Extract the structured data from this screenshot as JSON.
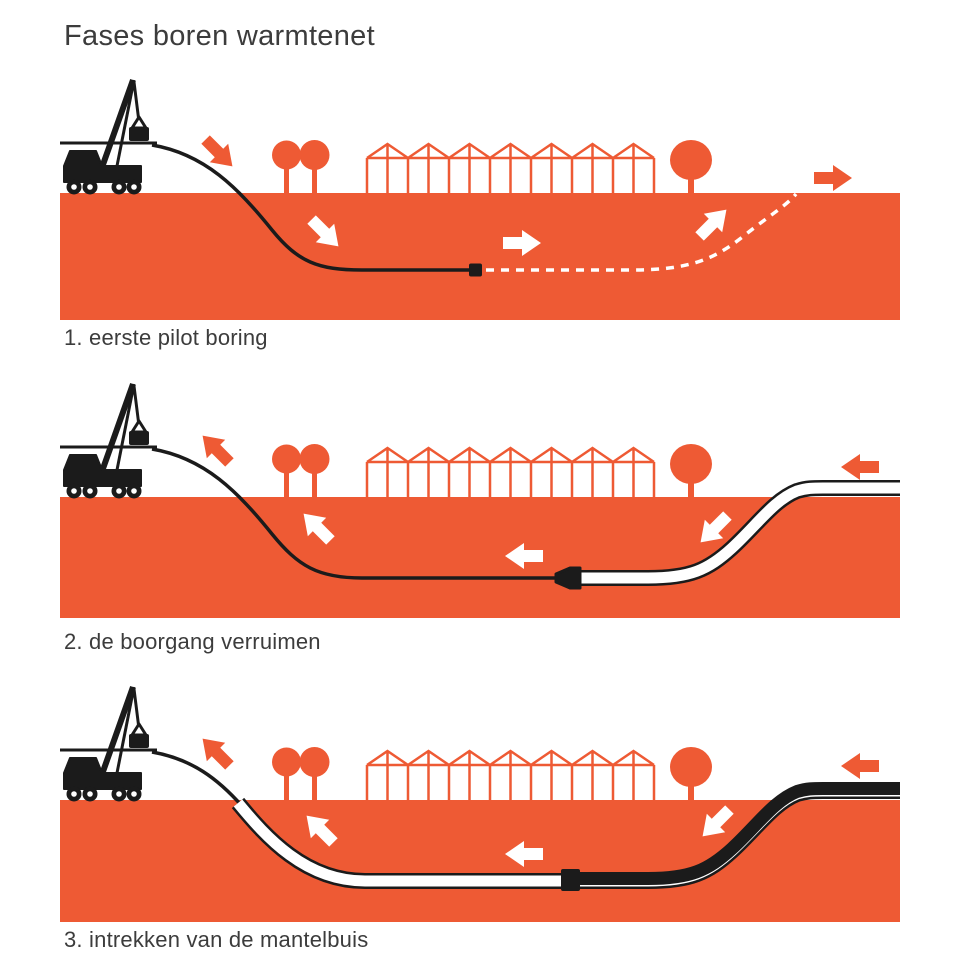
{
  "title": "Fases boren warmtenet",
  "colors": {
    "orange": "#EE5A34",
    "ink": "#1B1B1B",
    "label_text": "#3C3C3C",
    "background": "#FFFFFF"
  },
  "panels": [
    {
      "step": "1",
      "caption": "1. eerste pilot boring",
      "scene": "drill rig bores pilot hole; dashed path shows planned bore exiting ground at right",
      "arrows": [
        "down-right-orange",
        "down-right-white",
        "right-white",
        "up-right-white",
        "right-orange"
      ]
    },
    {
      "step": "2",
      "caption": "2. de boorgang verruimen",
      "scene": "reamer pulled back from right to left widening the borehole",
      "arrows": [
        "up-left-orange",
        "up-left-white",
        "left-white",
        "down-left-white",
        "left-orange"
      ]
    },
    {
      "step": "3",
      "caption": "3. intrekken van de mantelbuis",
      "scene": "black casing pipe (mantelbuis) pulled into the widened borehole",
      "arrows": [
        "up-left-orange",
        "up-left-white",
        "left-white",
        "down-left-white",
        "left-orange"
      ]
    }
  ]
}
